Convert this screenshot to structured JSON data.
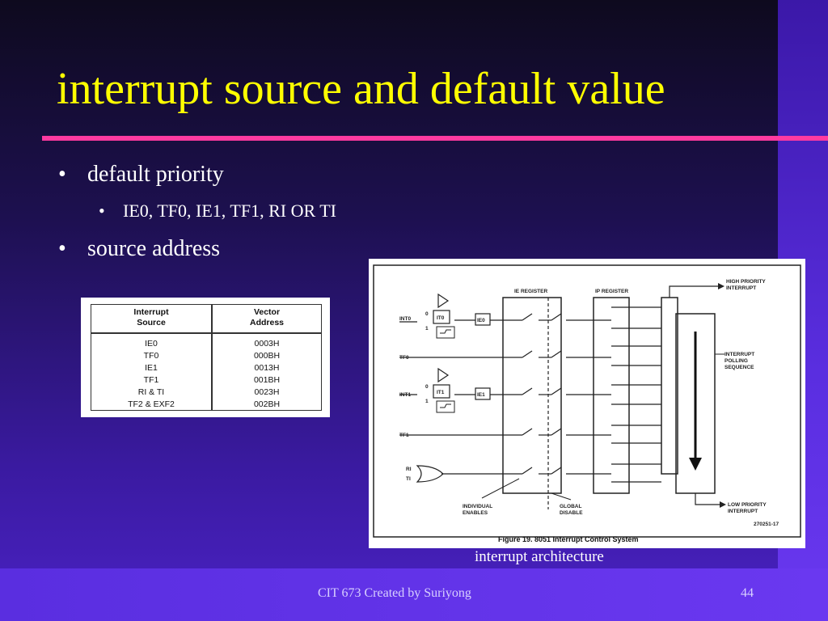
{
  "slide": {
    "title": "interrupt source and default value",
    "bullets": [
      {
        "text": "default priority",
        "sub": [
          "IE0, TF0, IE1, TF1, RI OR TI"
        ]
      },
      {
        "text": "source address",
        "sub": []
      }
    ],
    "bullet_glyph": "•",
    "caption": "interrupt architecture",
    "footer": "CIT 673 Created by Suriyong",
    "page_number": "44"
  },
  "vector_table": {
    "headers": [
      "Interrupt\nSource",
      "Vector\nAddress"
    ],
    "rows": [
      [
        "IE0",
        "0003H"
      ],
      [
        "TF0",
        "000BH"
      ],
      [
        "IE1",
        "0013H"
      ],
      [
        "TF1",
        "001BH"
      ],
      [
        "RI & TI",
        "0023H"
      ],
      [
        "TF2 & EXF2",
        "002BH"
      ]
    ]
  },
  "diagram": {
    "labels": {
      "ie_register": "IE REGISTER",
      "ip_register": "IP REGISTER",
      "high_priority": "HIGH PRIORITY\nINTERRUPT",
      "polling": "INTERRUPT\nPOLLING\nSEQUENCE",
      "low_priority": "LOW PRIORITY\nINTERRUPT",
      "individual_enables": "INDIVIDUAL\nENABLES",
      "global_disable": "GLOBAL\nDISABLE",
      "int0": "INT0",
      "int1": "INT1",
      "tf0": "TF0",
      "tf1": "TF1",
      "ri": "RI",
      "ti": "TI",
      "ie0": "IE0",
      "ie1": "IE1",
      "it0": "IT0",
      "it1": "IT1",
      "zero": "0",
      "one": "1",
      "figure_id": "270251-17",
      "figure_title": "Figure 19. 8051 Interrupt Control System"
    }
  }
}
